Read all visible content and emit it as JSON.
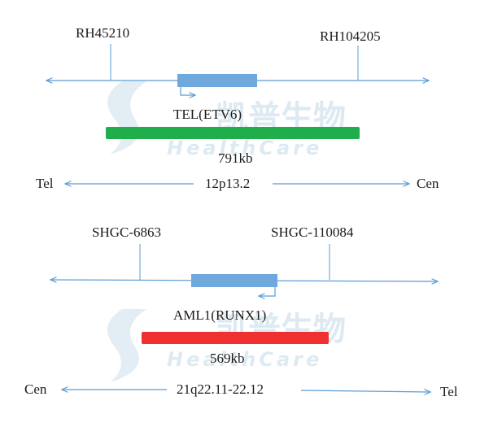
{
  "colors": {
    "line": "#5b9bd5",
    "gene_box": "#6fa8dc",
    "green_probe": "#1fae4b",
    "red_probe": "#f03030",
    "watermark": "#9fc4dc"
  },
  "watermark": {
    "cn": "凯普生物",
    "en": "HealthCare"
  },
  "panel1": {
    "marker_left": "RH45210",
    "marker_right": "RH104205",
    "gene": "TEL(ETV6)",
    "size": "791kb",
    "end_left": "Tel",
    "band": "12p13.2",
    "end_right": "Cen"
  },
  "panel2": {
    "marker_left": "SHGC-6863",
    "marker_right": "SHGC-110084",
    "gene": "AML1(RUNX1)",
    "size": "569kb",
    "end_left": "Cen",
    "band": "21q22.11-22.12",
    "end_right": "Tel"
  }
}
